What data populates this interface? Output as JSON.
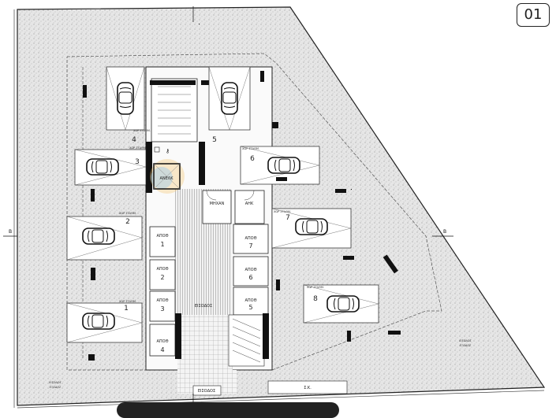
{
  "sheet_number": "01",
  "rooms": {
    "elevator": "ΑΝΕΛΚ",
    "mechanical": "ΜΗΧΑΝ",
    "electric": "ΑΗΚ",
    "storage_label": "ΑΠΟΘ",
    "storage_numbers": [
      "1",
      "2",
      "3",
      "4",
      "5",
      "6",
      "7"
    ],
    "entrance": "ΕΙΣΟΔΟΣ",
    "entrance_bottom": "ΕΙΣΟΔΟΣ",
    "wc": "Σ.Κ."
  },
  "parking": {
    "label": "ΧΩΡ ΣΤΑΘΜ.",
    "numbers": [
      "1",
      "2",
      "3",
      "4",
      "5",
      "6",
      "7",
      "8"
    ]
  },
  "driveway_labels": {
    "left": [
      "ΕΙΣΟΔΟΣ",
      "ΕΞΟΔΟΣ"
    ],
    "right": [
      "ΕΙΣΟΔΟΣ",
      "ΕΞΟΔΟΣ"
    ]
  },
  "section_marker": "B",
  "colors": {
    "line": "#222222",
    "paving": "#e4e4e4",
    "elevator_highlight": "#f3c26b"
  }
}
